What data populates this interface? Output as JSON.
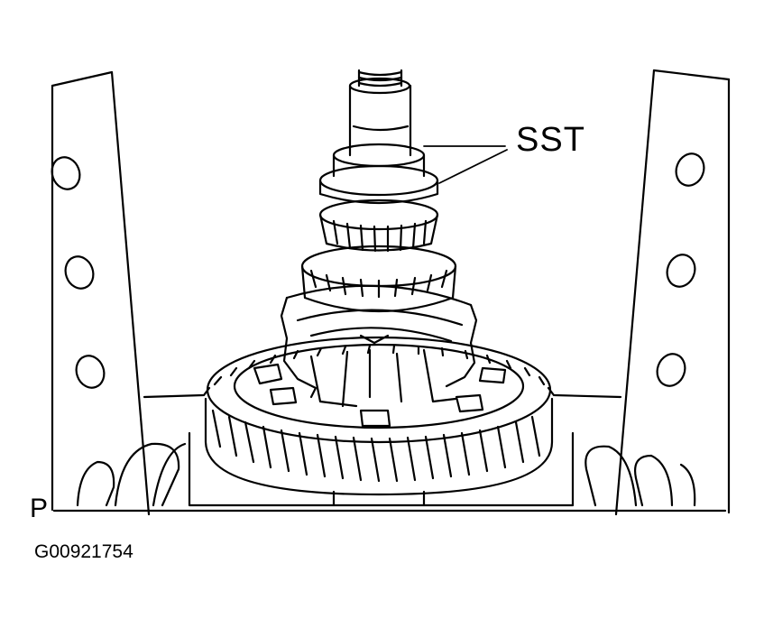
{
  "labels": {
    "sst": "SST",
    "p": "P",
    "figure_id": "G00921754"
  },
  "colors": {
    "line": "#000000",
    "background": "#ffffff"
  }
}
